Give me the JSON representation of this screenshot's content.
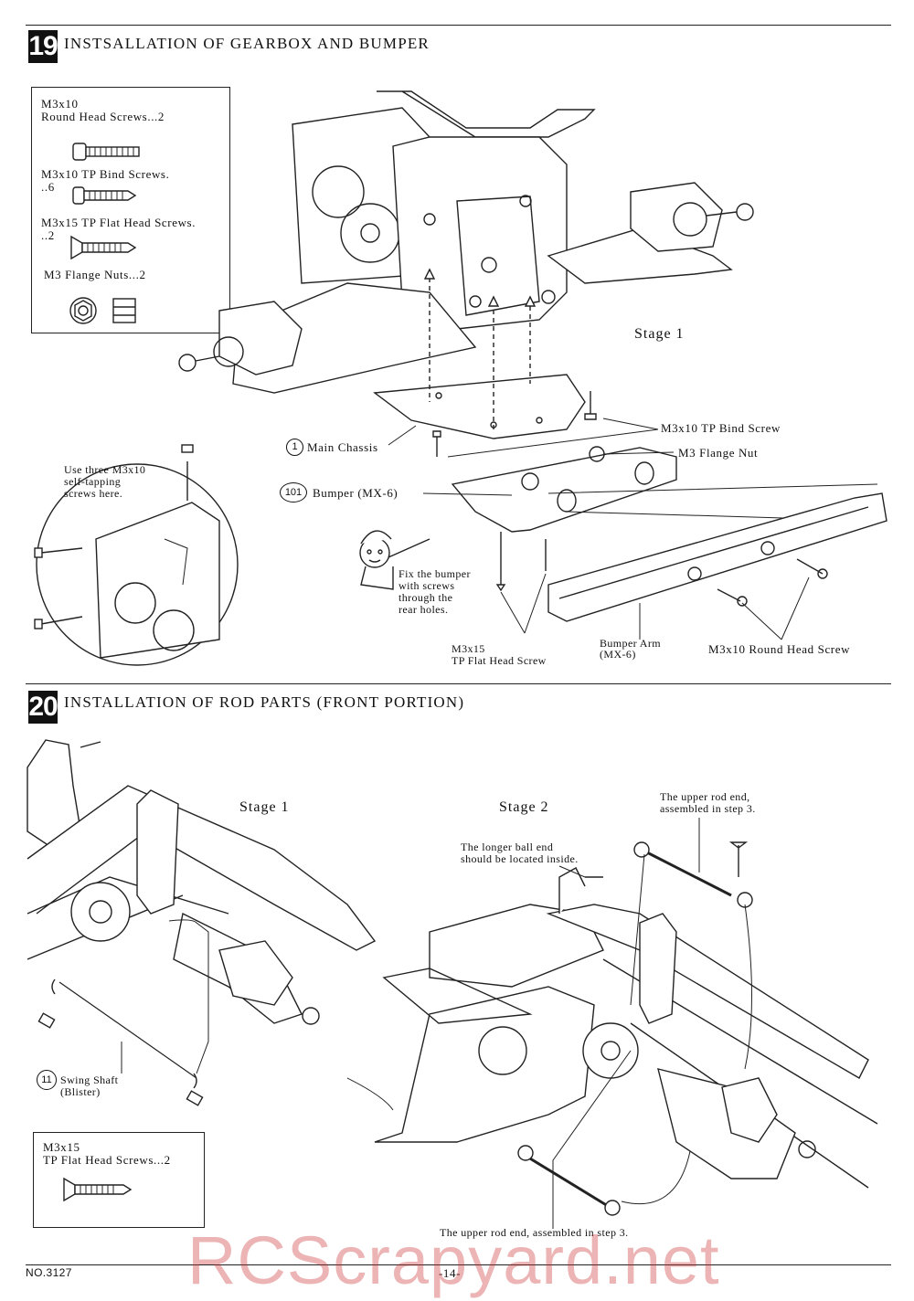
{
  "step19": {
    "number": "19",
    "title": "INSTSALLATION OF GEARBOX AND BUMPER",
    "parts_box": {
      "p1_label": "M3x10",
      "p1_desc": "Round Head Screws...2",
      "p2_label": "M3x10 TP Bind Screws.",
      "p2_qty": "..6",
      "p3_label": "M3x15 TP Flat Head Screws.",
      "p3_qty": "..2",
      "p4_label": "M3 Flange Nuts...2"
    },
    "stage": "Stage 1",
    "callouts": {
      "main_chassis_num": "1",
      "main_chassis": "Main Chassis",
      "bumper_num": "101",
      "bumper": "Bumper (MX-6)",
      "tp_bind_screw": "M3x10 TP Bind Screw",
      "flange_nut": "M3 Flange Nut",
      "use_three": "Use three M3x10\nself-tapping\nscrews here.",
      "fix_bumper": "Fix the bumper\nwith screws\nthrough the\nrear holes.",
      "flat_head": "M3x15\nTP Flat Head Screw",
      "bumper_arm": "Bumper Arm\n(MX-6)",
      "round_head": "M3x10 Round Head Screw"
    }
  },
  "step20": {
    "number": "20",
    "title": "INSTALLATION OF ROD PARTS (FRONT PORTION)",
    "stage1": "Stage 1",
    "stage2": "Stage 2",
    "callouts": {
      "upper_rod_top": "The upper rod end,\nassembled in step 3.",
      "longer_ball": "The longer ball end\nshould be located inside.",
      "swing_num": "11",
      "swing_shaft": "Swing Shaft\n(Blister)",
      "upper_rod_bottom": "The upper rod end, assembled in step 3."
    },
    "parts_box": {
      "p1_label": "M3x15",
      "p1_desc": "TP Flat Head Screws...2"
    }
  },
  "footer": {
    "doc_no": "NO.3127",
    "page": "-14-",
    "watermark": "RCScrapyard.net"
  }
}
